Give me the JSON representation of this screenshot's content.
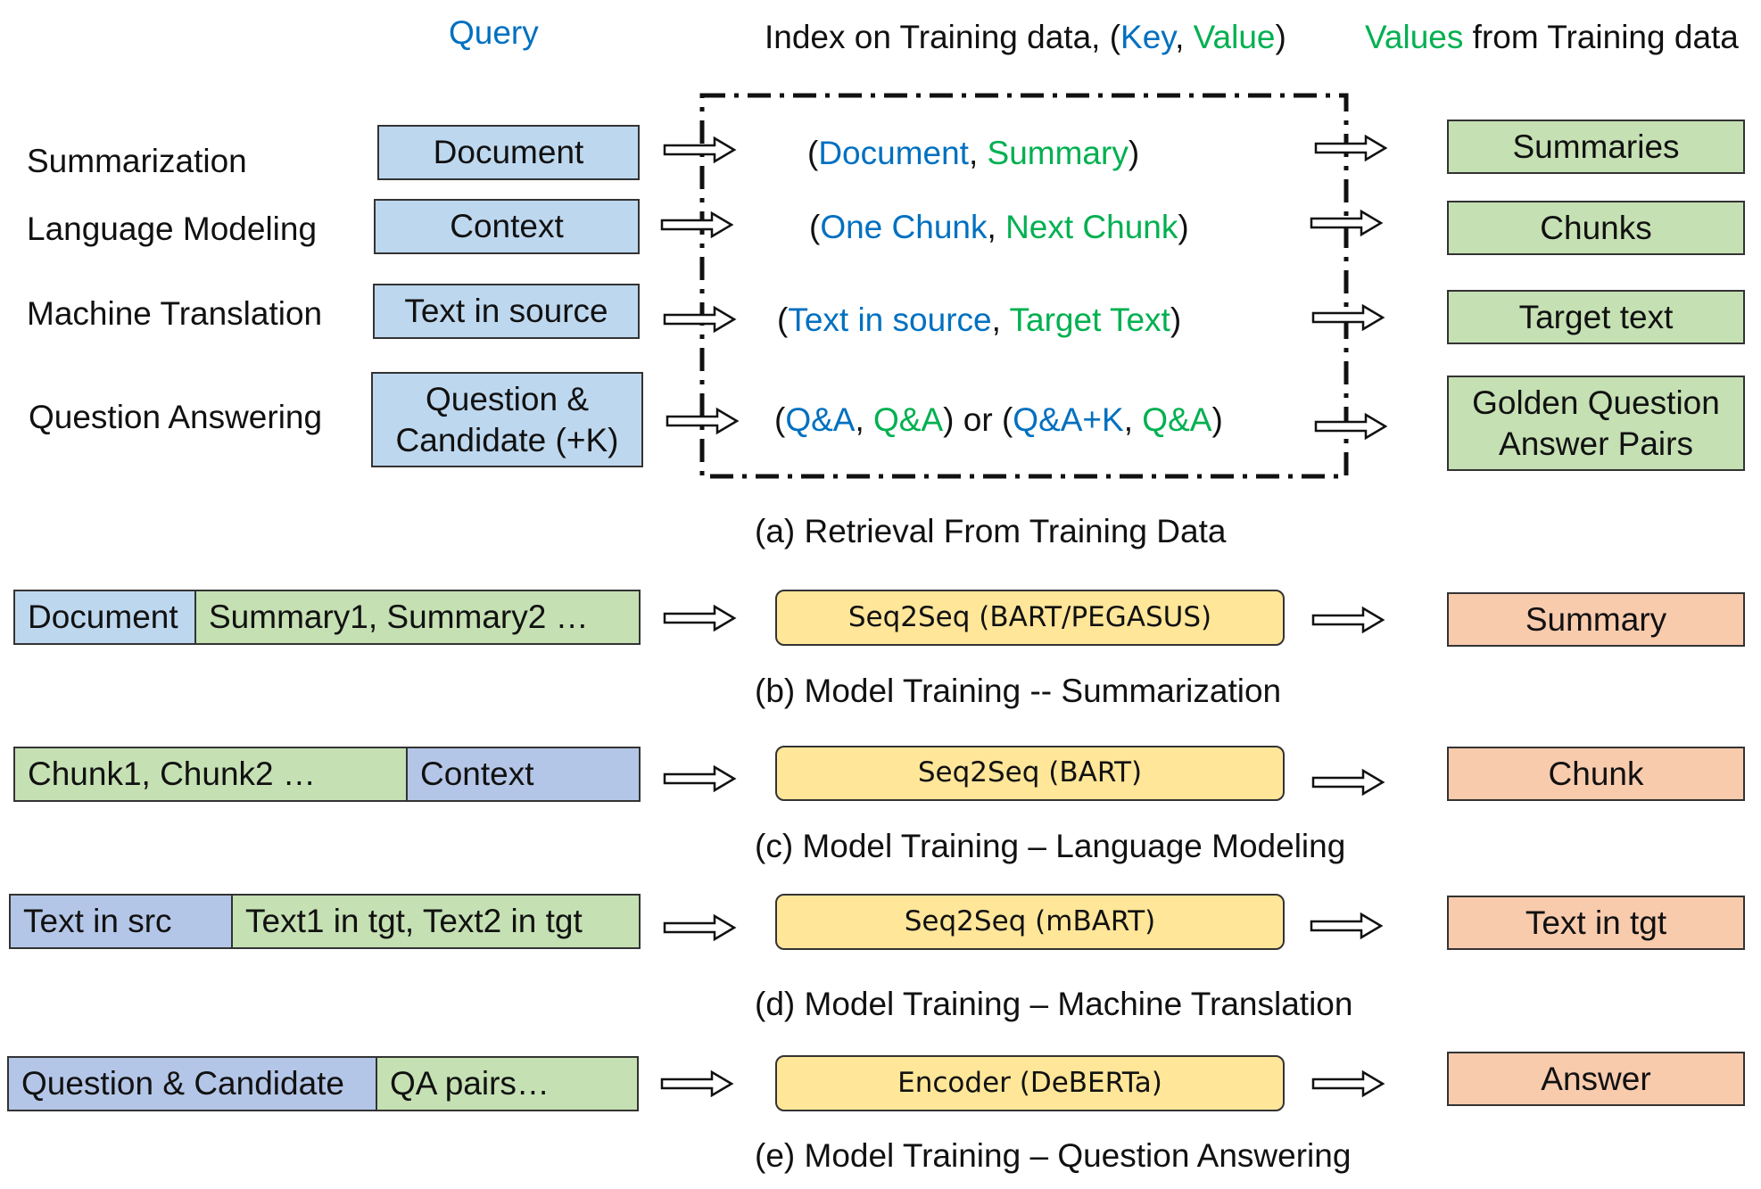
{
  "headers": {
    "query": "Query",
    "index_prefix": "Index on Training data, (",
    "index_key": "Key",
    "index_sep": ", ",
    "index_value": "Value",
    "index_suffix": ")",
    "values_word": "Values",
    "values_rest": " from Training data"
  },
  "retrieval_rows": [
    {
      "task": "Summarization",
      "query": "Document",
      "key": "Document",
      "value": "Summary",
      "result": "Summaries"
    },
    {
      "task": "Language Modeling",
      "query": "Context",
      "key": "One Chunk",
      "value": "Next Chunk",
      "result": "Chunks"
    },
    {
      "task": "Machine Translation",
      "query": "Text in source",
      "key": "Text in source",
      "value": "Target Text",
      "result": "Target text"
    },
    {
      "task": "Question Answering",
      "query_line1": "Question &",
      "query_line2": "Candidate (+K)",
      "key1": "Q&A",
      "value1": "Q&A",
      "or_text": " or ",
      "key2": "Q&A+K",
      "value2": "Q&A",
      "result_line1": "Golden Question",
      "result_line2": "Answer Pairs"
    }
  ],
  "caption_a": "(a) Retrieval From Training Data",
  "training": [
    {
      "seg1": "Document",
      "seg2": "Summary1, Summary2 …",
      "model": "Seq2Seq (BART/PEGASUS)",
      "output": "Summary",
      "caption": "(b) Model Training -- Summarization"
    },
    {
      "seg1": "Chunk1, Chunk2 …",
      "seg2": "Context",
      "model": "Seq2Seq (BART)",
      "output": "Chunk",
      "caption": "(c) Model Training – Language Modeling"
    },
    {
      "seg1": "Text in src",
      "seg2": "Text1 in tgt, Text2 in tgt",
      "model": "Seq2Seq (mBART)",
      "output": "Text in tgt",
      "caption": "(d) Model Training – Machine Translation"
    },
    {
      "seg1": "Question & Candidate",
      "seg2": "QA pairs…",
      "model": "Encoder (DeBERTa)",
      "output": "Answer",
      "caption": "(e) Model Training – Question Answering"
    }
  ],
  "colors": {
    "key_blue": "#0070c0",
    "value_green": "#00b050",
    "query_fill": "#bdd7ee",
    "value_fill": "#c5e0b3",
    "model_fill": "#ffe699",
    "output_fill": "#f8cbad",
    "context_fill": "#b4c6e7"
  }
}
